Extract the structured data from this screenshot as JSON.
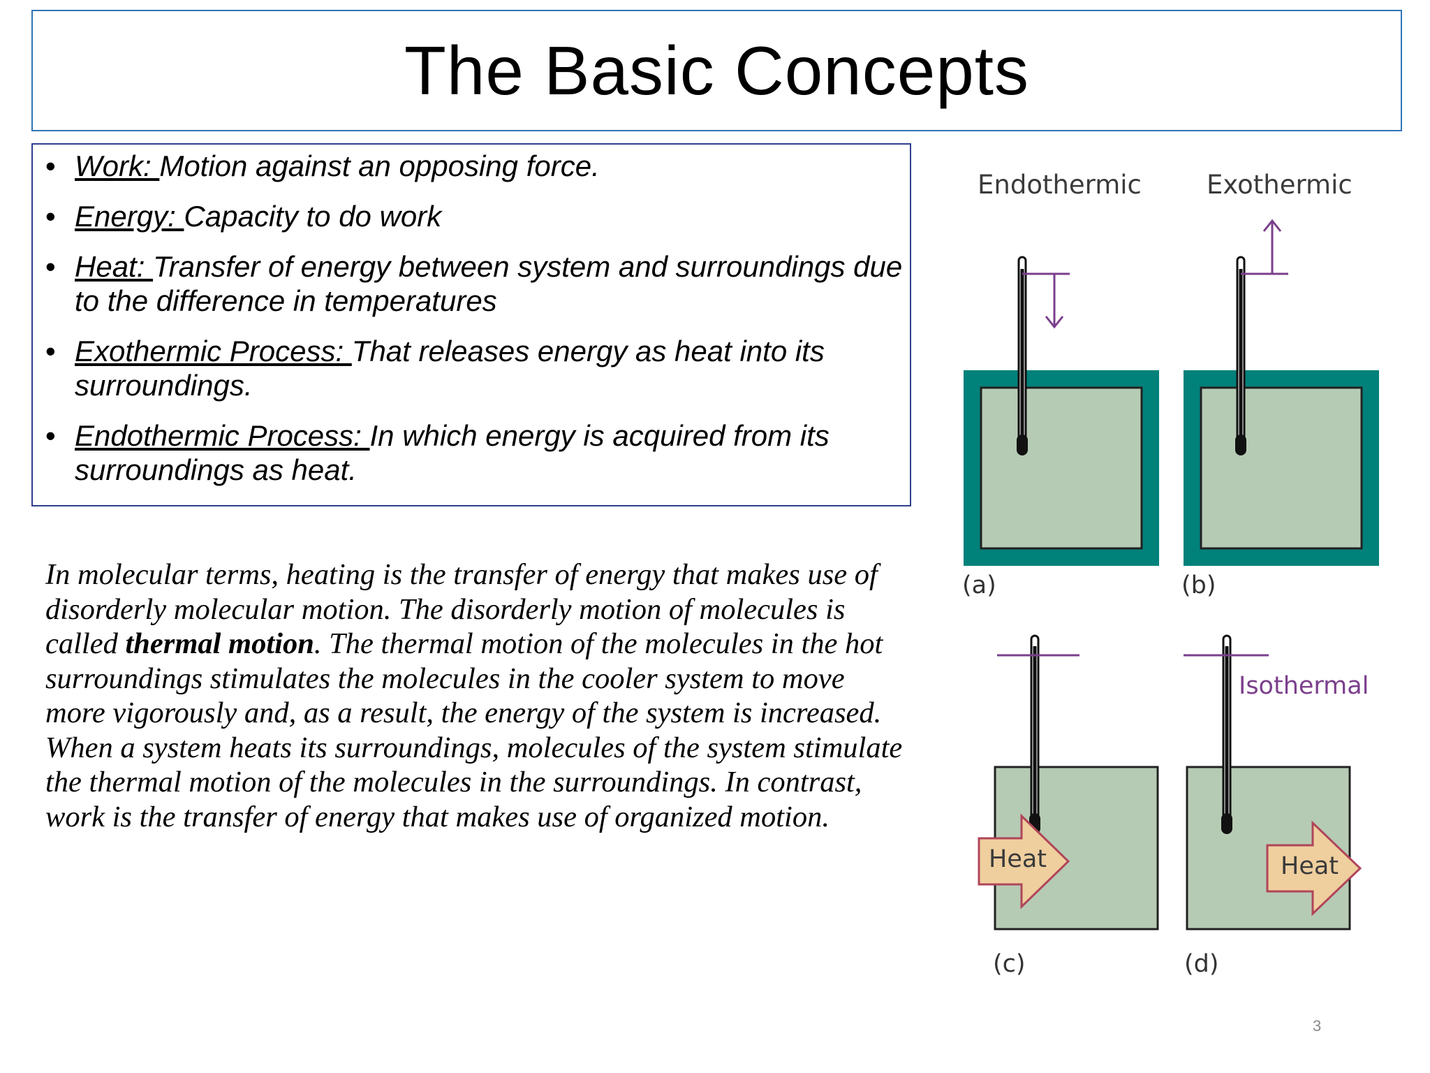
{
  "title": "The Basic Concepts",
  "definitions": [
    {
      "term": "Work: ",
      "text": "Motion against an opposing force."
    },
    {
      "term": "Energy:  ",
      "text": "Capacity to do work"
    },
    {
      "term": "Heat: ",
      "text": "Transfer of energy between system and surroundings due to the difference in temperatures"
    },
    {
      "term": "Exothermic Process: ",
      "text": "That releases energy as heat into its surroundings."
    },
    {
      "term": "Endothermic Process: ",
      "text": "In which energy is acquired from its surroundings as heat."
    }
  ],
  "bullet_glyph": "•",
  "paragraph": {
    "before": "In molecular terms, heating is the transfer of energy that makes use of disorderly molecular motion. The disorderly motion of molecules is called ",
    "bold": "thermal motion",
    "after": ". The thermal motion of the molecules in the hot surroundings stimulates the molecules in the cooler system to move more vigorously and, as a result, the energy of the system is increased. When a system heats its surroundings, molecules of the system stimulate the thermal motion of the molecules in the surroundings. In contrast, work is the transfer of energy that makes use of organized motion."
  },
  "figure": {
    "endothermic_label": "Endothermic",
    "exothermic_label": "Exothermic",
    "isothermal_label": "Isothermal",
    "heat_label_c": "Heat",
    "heat_label_d": "Heat",
    "panel_a": "(a)",
    "panel_b": "(b)",
    "panel_c": "(c)",
    "panel_d": "(d)",
    "colors": {
      "insulation": "#00817a",
      "system": "#b6cbb4",
      "arrow_purple": "#7b3f8c",
      "heat_arrow_fill": "#efcf9e",
      "heat_arrow_stroke": "#b0455a"
    }
  },
  "page_number": "3"
}
